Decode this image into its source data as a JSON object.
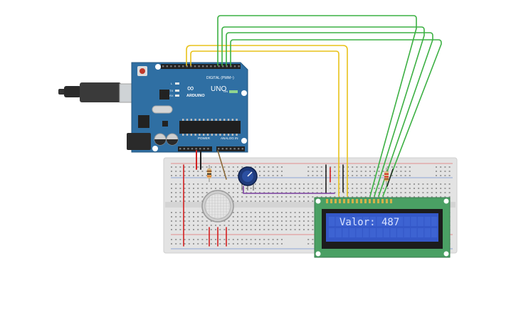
{
  "arduino": {
    "model_label": "UNO",
    "brand_label": "ARDUINO",
    "digital_header_label": "DIGITAL (PWM~)",
    "power_label": "POWER",
    "analog_label": "ANALOG IN",
    "tx_label": "TX",
    "rx_label": "RX",
    "l_label": "L",
    "on_label": "ON"
  },
  "lcd": {
    "display_text": "Valor: 487"
  },
  "colors": {
    "board": "#2f6fa3",
    "breadboard": "#e2e2e2",
    "lcd_pcb": "#4aa064",
    "lcd_screen": "#3458c8",
    "wire_green": "#3cb043",
    "wire_yellow": "#e8c21a",
    "wire_red": "#d32020",
    "wire_purple": "#7a3ea0"
  }
}
